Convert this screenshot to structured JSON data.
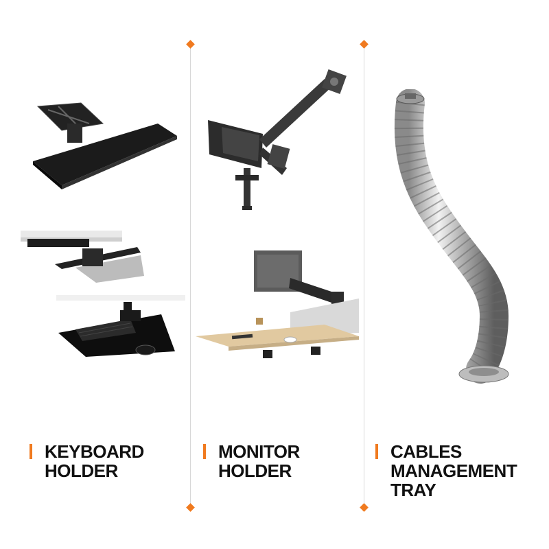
{
  "colors": {
    "accent": "#f07a1f",
    "divider": "#d7d7d7",
    "text": "#111111"
  },
  "products": [
    {
      "id": "keyboard",
      "lines": [
        "KEYBOARD",
        "HOLDER"
      ],
      "icon": "keyboard-tray-icon"
    },
    {
      "id": "monitor",
      "lines": [
        "MONITOR",
        "HOLDER"
      ],
      "icon": "monitor-arm-icon"
    },
    {
      "id": "cables",
      "lines": [
        "CABLES",
        "MANAGEMENT",
        "TRAY"
      ],
      "icon": "cable-spine-icon"
    }
  ]
}
